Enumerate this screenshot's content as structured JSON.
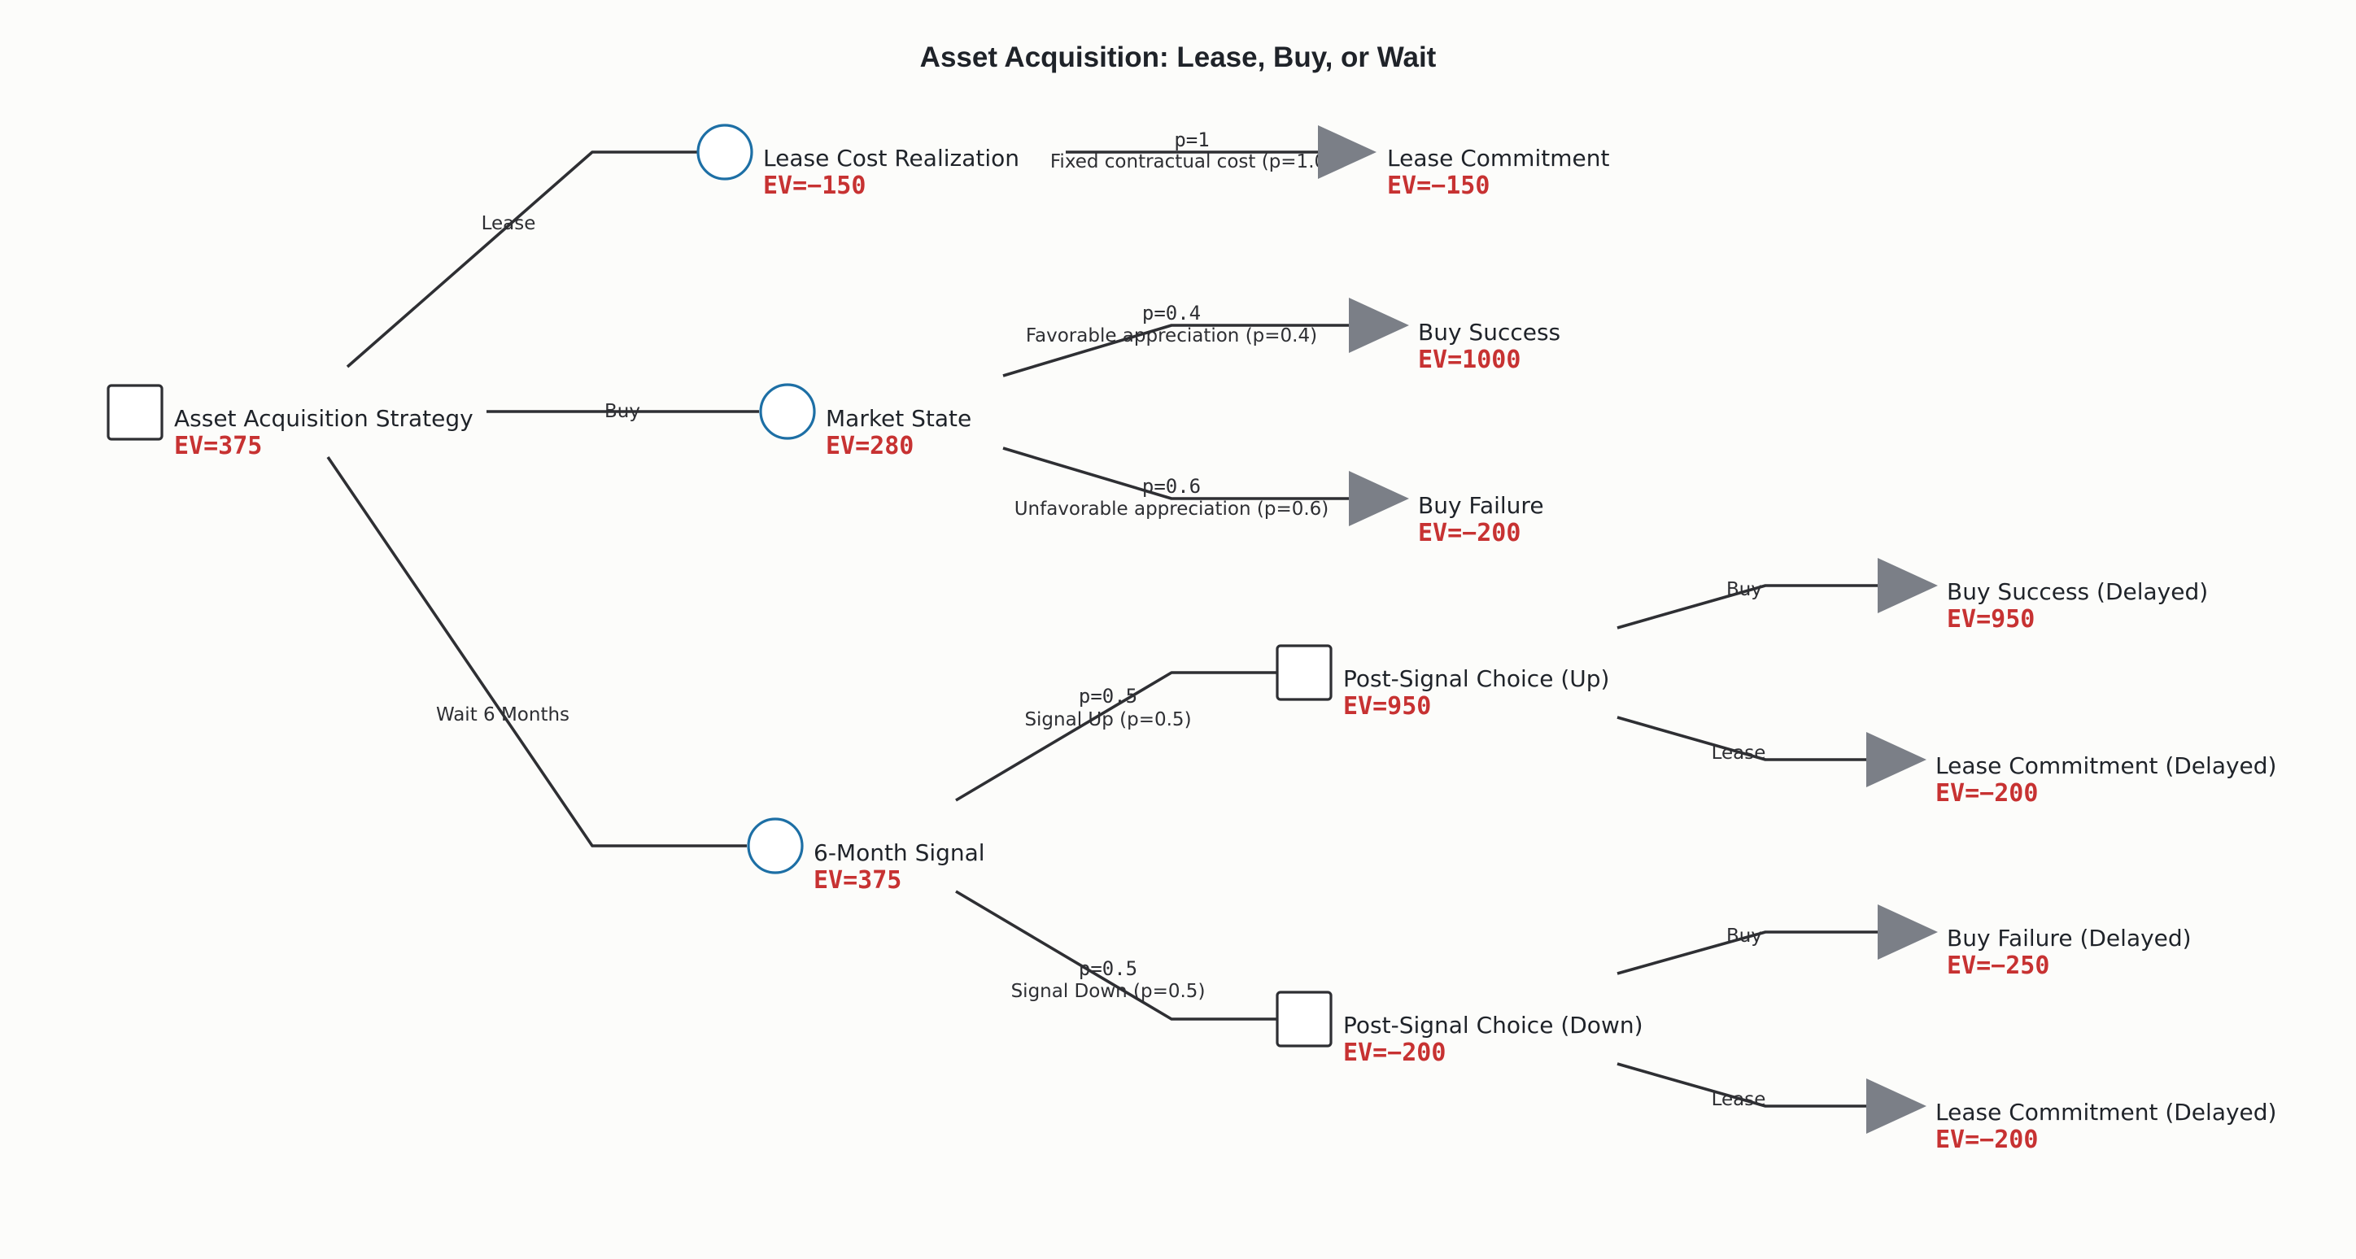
{
  "title": "Asset Acquisition: Lease, Buy, or Wait",
  "colors": {
    "background": "#fcfcfa",
    "edge": "#2e2f33",
    "chance_node_stroke": "#1d6fa5",
    "terminal_node_fill": "#7b7f87",
    "ev_text": "#c73232"
  },
  "nodes": {
    "root": {
      "type": "decision",
      "label": "Asset Acquisition Strategy",
      "ev": "EV=375"
    },
    "lease_cost": {
      "type": "chance",
      "label": "Lease Cost Realization",
      "ev": "EV=−150"
    },
    "lease_commitment": {
      "type": "terminal",
      "label": "Lease Commitment",
      "ev": "EV=−150"
    },
    "market_state": {
      "type": "chance",
      "label": "Market State",
      "ev": "EV=280"
    },
    "buy_success": {
      "type": "terminal",
      "label": "Buy Success",
      "ev": "EV=1000"
    },
    "buy_failure": {
      "type": "terminal",
      "label": "Buy Failure",
      "ev": "EV=−200"
    },
    "signal": {
      "type": "chance",
      "label": "6-Month Signal",
      "ev": "EV=375"
    },
    "post_up": {
      "type": "decision",
      "label": "Post-Signal Choice (Up)",
      "ev": "EV=950"
    },
    "post_down": {
      "type": "decision",
      "label": "Post-Signal Choice (Down)",
      "ev": "EV=−200"
    },
    "buy_success_delayed": {
      "type": "terminal",
      "label": "Buy Success (Delayed)",
      "ev": "EV=950"
    },
    "lease_delayed_up": {
      "type": "terminal",
      "label": "Lease Commitment (Delayed)",
      "ev": "EV=−200"
    },
    "buy_failure_delayed": {
      "type": "terminal",
      "label": "Buy Failure (Delayed)",
      "ev": "EV=−250"
    },
    "lease_delayed_down": {
      "type": "terminal",
      "label": "Lease Commitment (Delayed)",
      "ev": "EV=−200"
    }
  },
  "edges": {
    "lease": {
      "label": "Lease"
    },
    "buy": {
      "label": "Buy"
    },
    "wait": {
      "label": "Wait 6 Months"
    },
    "fixed": {
      "prob": "p=1",
      "label": "Fixed contractual cost (p=1.0)"
    },
    "favorable": {
      "prob": "p=0.4",
      "label": "Favorable appreciation (p=0.4)"
    },
    "unfavorable": {
      "prob": "p=0.6",
      "label": "Unfavorable appreciation (p=0.6)"
    },
    "signal_up": {
      "prob": "p=0.5",
      "label": "Signal Up (p=0.5)"
    },
    "signal_down": {
      "prob": "p=0.5",
      "label": "Signal Down (p=0.5)"
    },
    "up_buy": {
      "label": "Buy"
    },
    "up_lease": {
      "label": "Lease"
    },
    "down_buy": {
      "label": "Buy"
    },
    "down_lease": {
      "label": "Lease"
    }
  }
}
